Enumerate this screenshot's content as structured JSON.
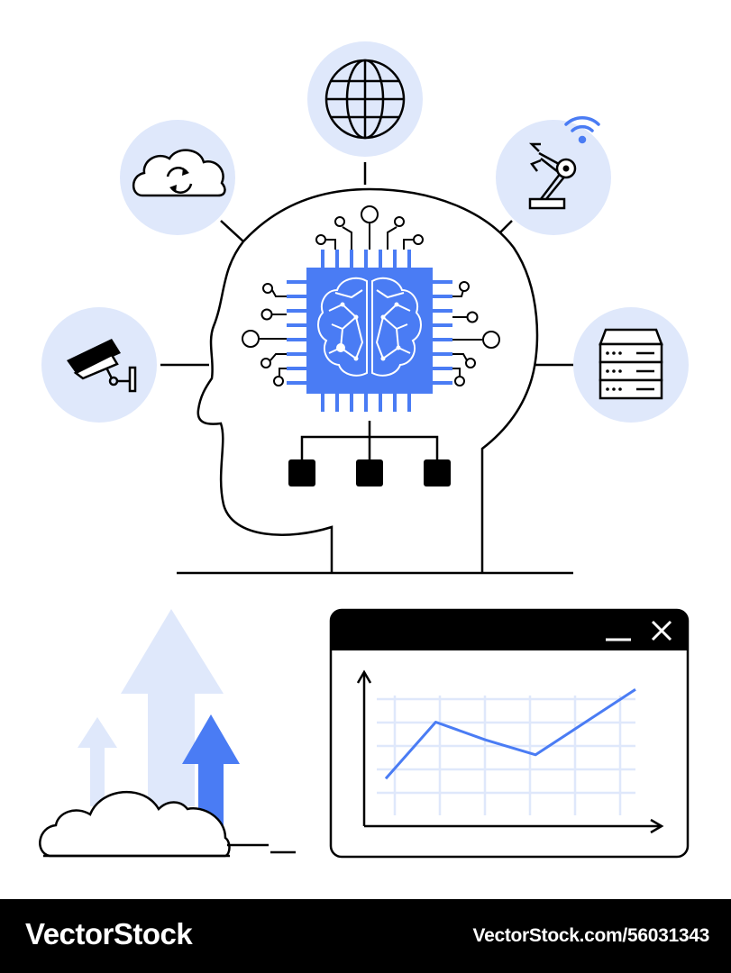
{
  "footer": {
    "brand": "VectorStock",
    "stock_id": "VectorStock.com/56031343"
  },
  "colors": {
    "accent_blue": "#4a7cf4",
    "light_blue": "#dfe8fb",
    "outline": "#000000",
    "background": "#ffffff"
  },
  "icons": [
    "cloud-sync-icon",
    "globe-icon",
    "robot-arm-icon",
    "wifi-icon",
    "security-camera-icon",
    "server-rack-icon",
    "ai-chip-brain-icon",
    "growth-arrows-icon",
    "line-chart-window-icon"
  ],
  "chart_data": {
    "type": "line",
    "x": [
      0,
      1,
      2,
      3,
      4,
      5
    ],
    "series": [
      {
        "values": [
          1.6,
          3.5,
          2.9,
          2.4,
          3.5,
          4.6
        ]
      }
    ],
    "title": "",
    "xlabel": "",
    "ylabel": "",
    "grid": true
  }
}
